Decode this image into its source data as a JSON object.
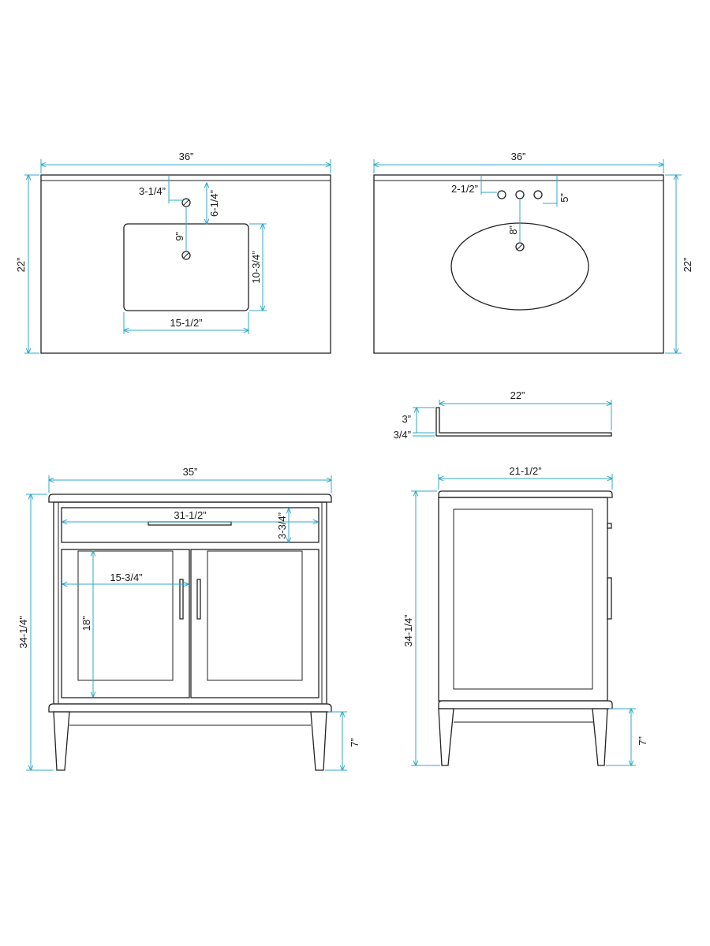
{
  "colors": {
    "outline": "#222222",
    "dimension_line": "#2fa8c8",
    "label": "#1a1a1a",
    "background": "#ffffff"
  },
  "rect_top": {
    "width": "36”",
    "depth": "22”",
    "faucet_offset": "3-1/4”",
    "faucet_to_sink": "6-1/4”",
    "drain_from_faucet": "9”",
    "sink_depth": "10-3/4”",
    "sink_width": "15-1/2”"
  },
  "oval_top": {
    "width": "36”",
    "depth": "22”",
    "hole_spacing": "2-1/2”",
    "hole_setback": "5”",
    "drain_from_faucet": "8”"
  },
  "backsplash": {
    "length": "22”",
    "height": "3”",
    "thickness": "3/4”"
  },
  "front_view": {
    "width": "35”",
    "drawer_width": "31-1/2”",
    "drawer_height": "3-3/4”",
    "door_width": "15-3/4”",
    "door_height": "18”",
    "total_height": "34-1/4”",
    "leg_height": "7”"
  },
  "side_view": {
    "depth": "21-1/2”",
    "total_height": "34-1/4”",
    "leg_height": "7”"
  }
}
